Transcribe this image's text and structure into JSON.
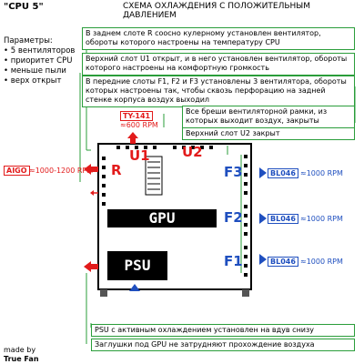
{
  "header": {
    "title_left": "\"CPU 5\"",
    "title_right": "СХЕМА ОХЛАЖДЕНИЯ С ПОЛОЖИТЕЛЬНЫМ ДАВЛЕНИЕМ"
  },
  "params": {
    "heading": "Параметры:",
    "items": [
      "• 5 вентиляторов",
      "• приоритет CPU",
      "• меньше пыли",
      "• верх открыт"
    ]
  },
  "notes": {
    "n1": "В заднем слоте R соосно кулерному установлен вентилятор, обороты которого настроены на температуру CPU",
    "n2": "Верхний слот U1 открыт, и в него установлен вентилятор, обороты которого настроены на комфортную громкость",
    "n3": "В передние слоты F1, F2 и F3 установлены 3 вентилятора, обороты которых настроены так, чтобы сквозь перфорацию на задней стенке корпуса воздух выходил",
    "n4": "Все бреши вентиляторной рамки, из которых выходит воздух, закрыты",
    "n5": "Верхний слот U2 закрыт",
    "n6": "PSU с активным охлаждением установлен на вдув снизу",
    "n7": "Заглушки под GPU не затрудняют прохождение воздуха"
  },
  "labels": {
    "r": "R",
    "u1": "U1",
    "u2": "U2",
    "f1": "F1",
    "f2": "F2",
    "f3": "F3",
    "gpu": "GPU",
    "psu": "PSU"
  },
  "fans": {
    "top_tag": "TY-141",
    "top_rpm": "≈600 RPM",
    "rear_tag": "AIGO",
    "rear_rpm": "≈1000-1200 RPM",
    "front_tag": "BL046",
    "front_rpm": "≈1000 RPM"
  },
  "footer": {
    "made_by": "made by",
    "author": "True Fan"
  },
  "colors": {
    "red": "#e21b1b",
    "blue": "#1f4fbf",
    "green": "#2a9d3a"
  }
}
